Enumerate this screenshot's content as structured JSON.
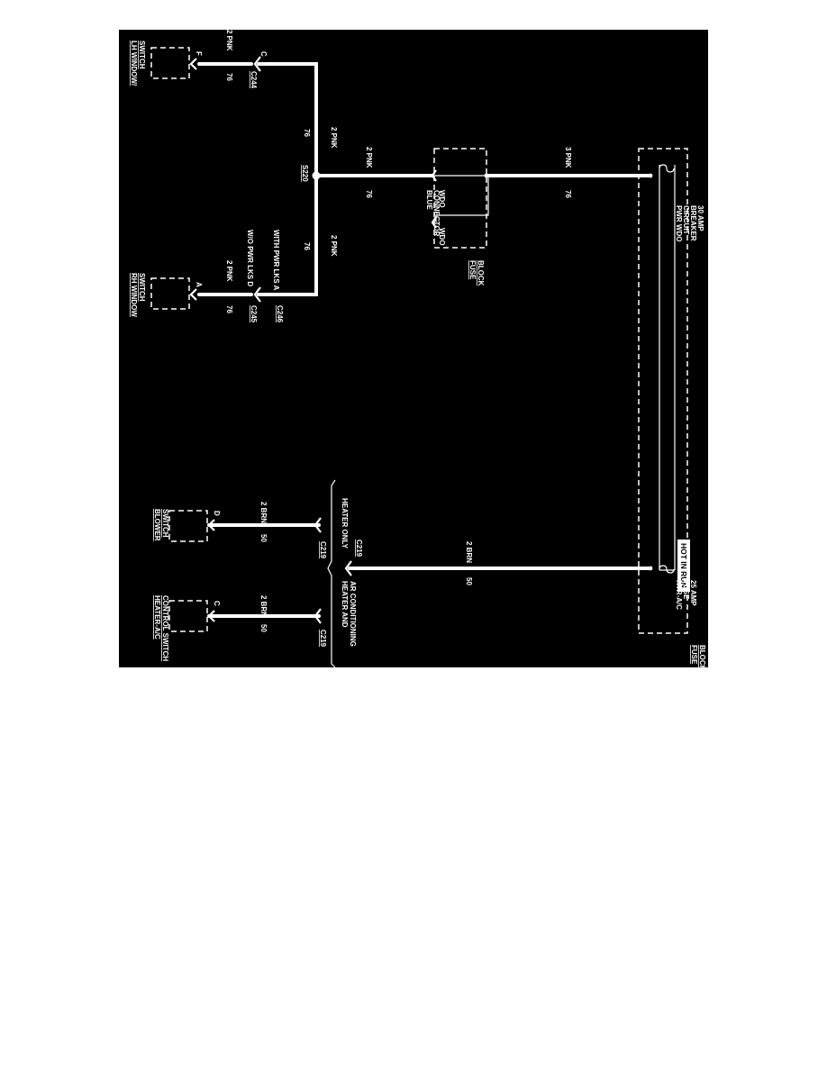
{
  "colors": {
    "background": "#000000",
    "lines": "#ffffff",
    "page": "#ffffff"
  },
  "diagram": {
    "header": {
      "hot_label": "HOT IN RUN"
    },
    "fuse_block_right": {
      "label": [
        "FUSE",
        "BLOCK"
      ]
    },
    "fuse_block_mid": {
      "label": [
        "FUSE",
        "BLOCK"
      ]
    },
    "breaker": {
      "label": [
        "PWR WDO",
        "CIRCUIT",
        "BREAKER",
        "30 AMP"
      ]
    },
    "htr_fuse": {
      "label": [
        "HTR-A/C",
        "FUSE",
        "25 AMP"
      ]
    },
    "blue_connector": {
      "label": [
        "BLUE",
        "CONNECTOR"
      ],
      "pin1": "WDO",
      "pin2": "WDO"
    },
    "wires": {
      "feed_color": "3 PNK",
      "feed_circuit": "76",
      "mid_color": "2 PNK",
      "mid_circuit": "76",
      "lh_color": "2 PNK",
      "lh_circuit": "76",
      "rh_color": "2 PNK",
      "rh_circuit": "76",
      "lh_end_color": "2 PNK",
      "lh_end_circuit": "76",
      "rh_end_color": "2 PNK",
      "rh_end_circuit": "76",
      "brn_color": "2 BRN",
      "brn_circuit": "50",
      "blower_color": "2 BRN",
      "blower_circuit": "50",
      "hac_color": "2 BRN",
      "hac_circuit": "50"
    },
    "splice": {
      "label": "S220"
    },
    "connectors": {
      "c244": {
        "label": "C244",
        "pin": "C"
      },
      "c246": {
        "label": "C246",
        "with": "WITH PWR LKS A"
      },
      "c245": {
        "label": "C245",
        "without": "W/O PWR LKS D"
      },
      "c219_main": {
        "label": "C219"
      },
      "c219_heater": {
        "label": "C219"
      },
      "c219_hac": {
        "label": "C219"
      }
    },
    "options": {
      "heater_only": "HEATER ONLY",
      "heater_ac": [
        "HEATER AND",
        "AR CONDITIONING"
      ]
    },
    "components": {
      "lh_switch": {
        "label": [
          "LH WINDOW/",
          "SWITCH"
        ],
        "pin": "F"
      },
      "rh_switch": {
        "label": [
          "RH WINDOW",
          "SWITCH"
        ],
        "pin": "A"
      },
      "blower_switch": {
        "label": [
          "BLOWER",
          "SWITCH"
        ],
        "pin": "D"
      },
      "hac_switch": {
        "label": [
          "HEATER-A/C",
          "CONTROL SWITCH"
        ],
        "pin": "C"
      }
    }
  }
}
